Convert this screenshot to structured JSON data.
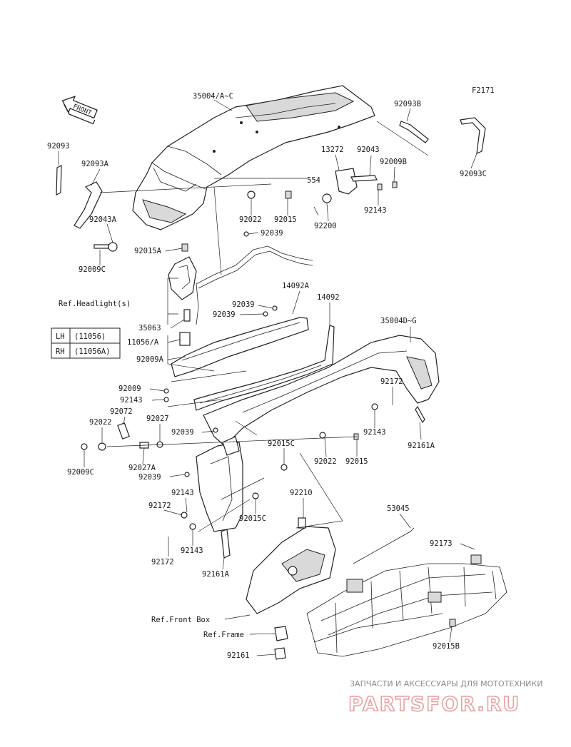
{
  "figure_code": "F2171",
  "front_arrow": "FRONT",
  "labels": [
    {
      "id": "l-35004ac",
      "text": "35004/A~C"
    },
    {
      "id": "l-92093b",
      "text": "92093B"
    },
    {
      "id": "l-92093",
      "text": "92093"
    },
    {
      "id": "l-92093a",
      "text": "92093A"
    },
    {
      "id": "l-13272",
      "text": "13272"
    },
    {
      "id": "l-92043",
      "text": "92043"
    },
    {
      "id": "l-92009b",
      "text": "92009B"
    },
    {
      "id": "l-554",
      "text": "554"
    },
    {
      "id": "l-92093c",
      "text": "92093C"
    },
    {
      "id": "l-92143a",
      "text": "92143"
    },
    {
      "id": "l-92022a",
      "text": "92022"
    },
    {
      "id": "l-92015a",
      "text": "92015"
    },
    {
      "id": "l-92043a",
      "text": "92043A"
    },
    {
      "id": "l-92200",
      "text": "92200"
    },
    {
      "id": "l-92039a",
      "text": "92039"
    },
    {
      "id": "l-92009c-top",
      "text": "92009C"
    },
    {
      "id": "l-92015A",
      "text": "92015A"
    },
    {
      "id": "l-refhead",
      "text": "Ref.Headlight(s)"
    },
    {
      "id": "l-14092a",
      "text": "14092A"
    },
    {
      "id": "l-92039b",
      "text": "92039"
    },
    {
      "id": "l-14092",
      "text": "14092"
    },
    {
      "id": "l-92039c",
      "text": "92039"
    },
    {
      "id": "l-35004dg",
      "text": "35004D~G"
    },
    {
      "id": "l-35063",
      "text": "35063"
    },
    {
      "id": "l-11056a",
      "text": "11056/A"
    },
    {
      "id": "l-92009a",
      "text": "92009A"
    },
    {
      "id": "l-92009",
      "text": "92009"
    },
    {
      "id": "l-92143b",
      "text": "92143"
    },
    {
      "id": "l-92172a",
      "text": "92172"
    },
    {
      "id": "l-92072",
      "text": "92072"
    },
    {
      "id": "l-92022b",
      "text": "92022"
    },
    {
      "id": "l-92027",
      "text": "92027"
    },
    {
      "id": "l-92039d",
      "text": "92039"
    },
    {
      "id": "l-92143c",
      "text": "92143"
    },
    {
      "id": "l-92161a-r",
      "text": "92161A"
    },
    {
      "id": "l-92009c-bot",
      "text": "92009C"
    },
    {
      "id": "l-92027a",
      "text": "92027A"
    },
    {
      "id": "l-92015c-a",
      "text": "92015C"
    },
    {
      "id": "l-92022c",
      "text": "92022"
    },
    {
      "id": "l-92015b-r",
      "text": "92015"
    },
    {
      "id": "l-92039e",
      "text": "92039"
    },
    {
      "id": "l-92143d",
      "text": "92143"
    },
    {
      "id": "l-92210",
      "text": "92210"
    },
    {
      "id": "l-92172b",
      "text": "92172"
    },
    {
      "id": "l-92015c-b",
      "text": "92015C"
    },
    {
      "id": "l-53045",
      "text": "53045"
    },
    {
      "id": "l-92143e",
      "text": "92143"
    },
    {
      "id": "l-92172c",
      "text": "92172"
    },
    {
      "id": "l-92161a-b",
      "text": "92161A"
    },
    {
      "id": "l-92173",
      "text": "92173"
    },
    {
      "id": "l-reffrontbox",
      "text": "Ref.Front Box"
    },
    {
      "id": "l-refframe",
      "text": "Ref.Frame"
    },
    {
      "id": "l-92015b",
      "text": "92015B"
    },
    {
      "id": "l-92161",
      "text": "92161"
    }
  ],
  "side_table": {
    "rows": [
      {
        "side": "LH",
        "part": "(11056)"
      },
      {
        "side": "RH",
        "part": "(11056A)"
      }
    ]
  },
  "watermark": {
    "caption": "ЗАПЧАСТИ И АКСЕССУАРЫ ДЛЯ МОТОТЕХНИКИ",
    "brand": "PARTSFOR.RU",
    "color": "#e6a3a3"
  }
}
